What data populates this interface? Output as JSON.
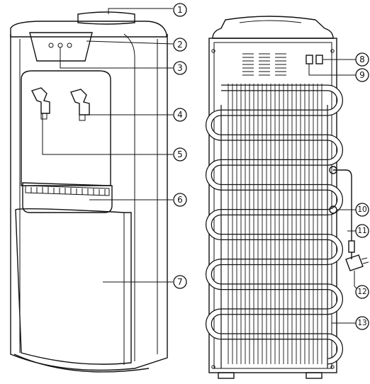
{
  "figure": {
    "front_view": {
      "callouts": [
        "1",
        "2",
        "3",
        "4",
        "5",
        "6",
        "7"
      ]
    },
    "rear_view": {
      "callouts": [
        "8",
        "9",
        "10",
        "11",
        "12",
        "13"
      ]
    }
  },
  "colors": {
    "line": "#111111",
    "background": "#ffffff",
    "shade": "#d9d9d9"
  }
}
